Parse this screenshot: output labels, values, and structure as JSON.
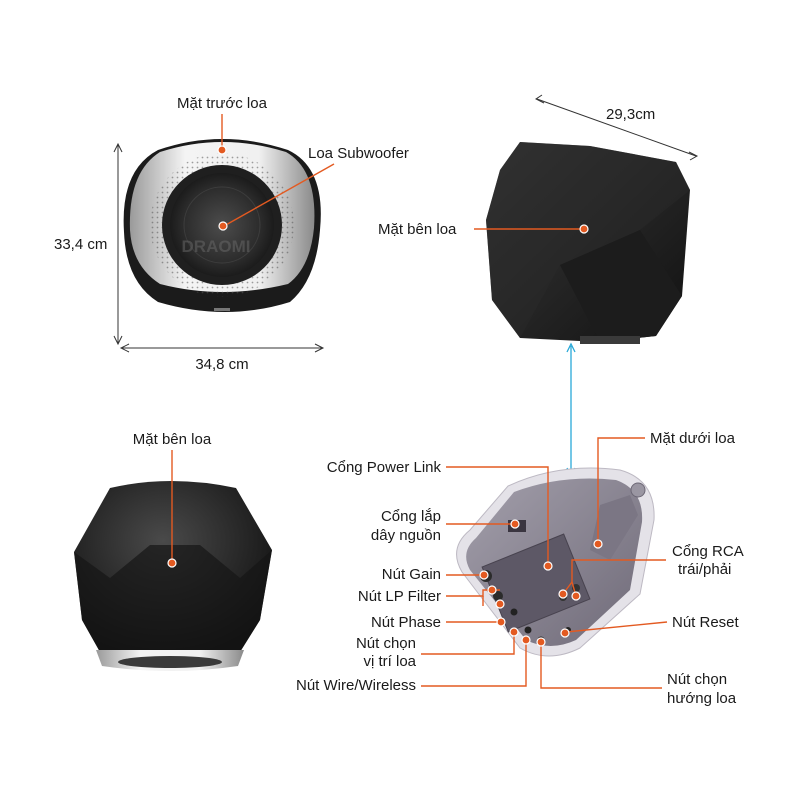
{
  "labels": {
    "front_face": "Mặt trước loa",
    "subwoofer": "Loa Subwoofer",
    "side_face_top": "Mặt bên loa",
    "side_face_bottom": "Mặt bên loa",
    "bottom_face": "Mặt dưới loa",
    "power_link": "Cổng Power Link",
    "power_cord_line1": "Cổng lắp",
    "power_cord_line2": "dây nguồn",
    "gain": "Nút Gain",
    "lp_filter": "Nút LP Filter",
    "phase": "Nút Phase",
    "position_line1": "Nút chọn",
    "position_line2": "vị trí loa",
    "wire_wireless": "Nút Wire/Wireless",
    "rca_line1": "Cổng RCA",
    "rca_line2": "trái/phải",
    "reset": "Nút Reset",
    "direction_line1": "Nút chọn",
    "direction_line2": "hướng loa"
  },
  "dimensions": {
    "height": "33,4 cm",
    "width": "34,8 cm",
    "depth": "29,3cm"
  },
  "watermark": "DRAOMI",
  "colors": {
    "accent": "#e35a21",
    "link_arrow": "#29a9d8",
    "speaker_body": "#2b2b2b",
    "bottom_panel": "#8a8591"
  }
}
